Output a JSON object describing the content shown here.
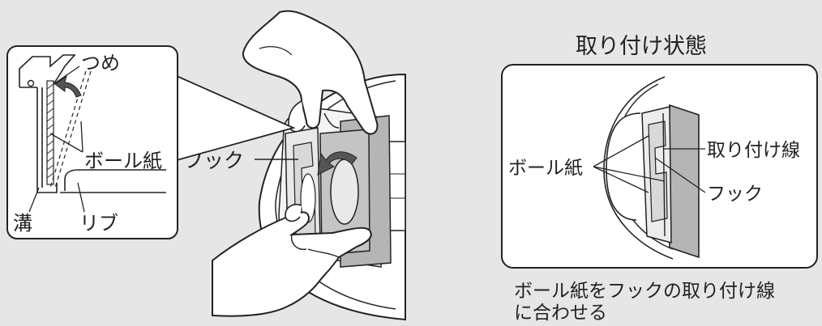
{
  "left": {
    "label_tsume": "つめ",
    "label_ballpaper": "ボール紙",
    "label_mizo": "溝",
    "label_rib": "リブ",
    "label_hook": "フック"
  },
  "right": {
    "title": "取り付け状態",
    "label_ballpaper": "ボール紙",
    "label_line": "取り付け線",
    "label_hook": "フック",
    "caption_line1": "ボール紙をフックの取り付け線",
    "caption_line2": "に合わせる"
  },
  "colors": {
    "background": "#e6e6e6",
    "panel": "#ffffff",
    "stroke": "#222222",
    "filter_gray": "#b5b5b5",
    "arrow": "#555555"
  }
}
